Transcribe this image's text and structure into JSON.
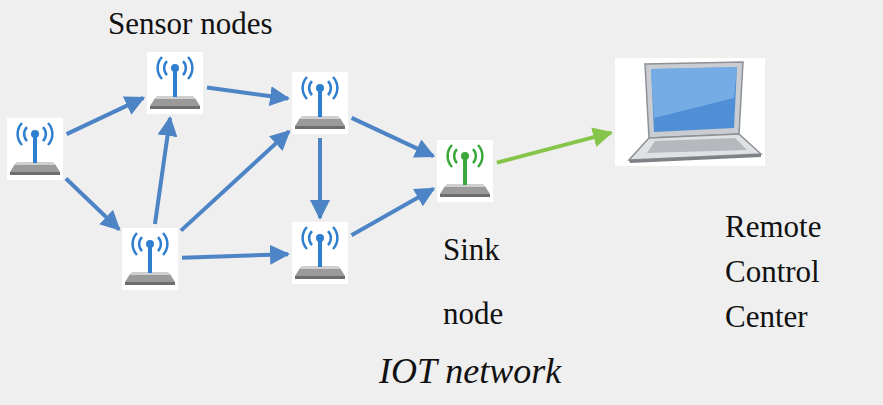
{
  "diagram": {
    "title": "IOT network",
    "nodes": [
      {
        "text": []
      },
      {
        "text": []
      },
      {
        "text": []
      },
      {
        "text": []
      },
      {
        "text": []
      },
      {
        "text": [
          "Sink node"
        ]
      },
      {
        "text": [
          "Remote Control Center"
        ]
      }
    ],
    "edges": [
      {
        "from": 0,
        "to": 1,
        "arrow": "to"
      },
      {
        "from": 0,
        "to": 2,
        "arrow": "to"
      },
      {
        "from": 2,
        "to": 1,
        "arrow": "to"
      },
      {
        "from": 1,
        "to": 3,
        "arrow": "to"
      },
      {
        "from": 2,
        "to": 3,
        "arrow": "to"
      },
      {
        "from": 2,
        "to": 4,
        "arrow": "to"
      },
      {
        "from": 3,
        "to": 4,
        "arrow": "to"
      },
      {
        "from": 3,
        "to": 5,
        "arrow": "to"
      },
      {
        "from": 4,
        "to": 5,
        "arrow": "to"
      },
      {
        "from": 5,
        "to": 6,
        "arrow": "to"
      }
    ],
    "labels": [
      "Sensor nodes"
    ]
  }
}
